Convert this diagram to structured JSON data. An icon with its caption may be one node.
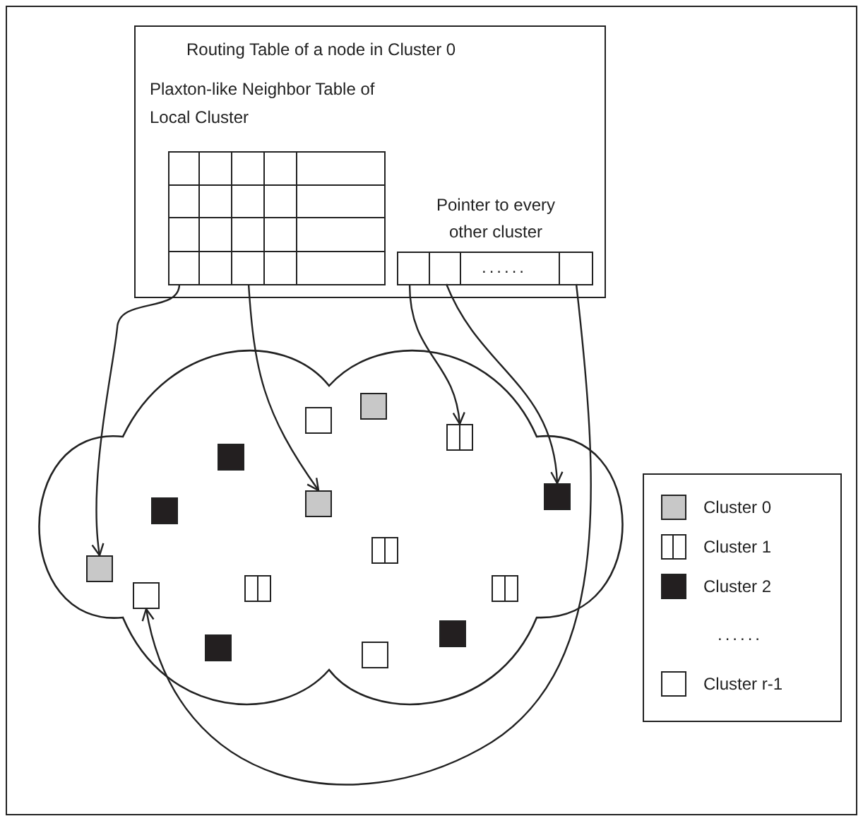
{
  "diagram": {
    "nodes": [
      {
        "text": [
          "Routing Table of a node in Cluster 0"
        ]
      },
      {
        "text": [
          "Plaxton-like Neighbor Table of Local Cluster"
        ],
        "in": 0
      },
      {
        "text": [
          "Pointer to every other cluster",
          "......"
        ],
        "in": 0
      },
      {
        "text": [],
        "shape": "cloud"
      },
      {
        "text": [],
        "shape": "box",
        "in": 3
      },
      {
        "text": [],
        "shape": "box",
        "in": 3
      },
      {
        "text": [],
        "shape": "box",
        "in": 3
      },
      {
        "text": [],
        "shape": "box",
        "in": 3
      },
      {
        "text": [],
        "shape": "box",
        "in": 3
      },
      {
        "text": [],
        "shape": "box",
        "in": 3
      },
      {
        "text": [],
        "shape": "box",
        "in": 3
      },
      {
        "text": [],
        "shape": "box",
        "in": 3
      },
      {
        "text": [],
        "shape": "box",
        "in": 3
      },
      {
        "text": [],
        "shape": "box",
        "in": 3
      },
      {
        "text": [],
        "shape": "box",
        "in": 3
      },
      {
        "text": [],
        "shape": "box",
        "in": 3
      },
      {
        "text": [],
        "shape": "box",
        "in": 3
      },
      {
        "text": [],
        "shape": "box",
        "in": 3
      },
      {
        "text": [],
        "shape": "box",
        "in": 3
      }
    ],
    "edges": [
      {
        "from": 1,
        "to": 12,
        "arrow": "to"
      },
      {
        "from": 1,
        "to": 9,
        "arrow": "to"
      },
      {
        "from": 2,
        "to": 6,
        "arrow": "to"
      },
      {
        "from": 2,
        "to": 8,
        "arrow": "to"
      },
      {
        "from": 2,
        "to": 15,
        "arrow": "to"
      }
    ],
    "legend": [
      {
        "text": "Cluster 0",
        "color": "#c8c8c8"
      },
      {
        "text": "Cluster 1"
      },
      {
        "text": "Cluster 2",
        "color": "#231f20"
      },
      {
        "text": "......"
      },
      {
        "text": "Cluster r-1",
        "color": "#ffffff"
      }
    ]
  }
}
